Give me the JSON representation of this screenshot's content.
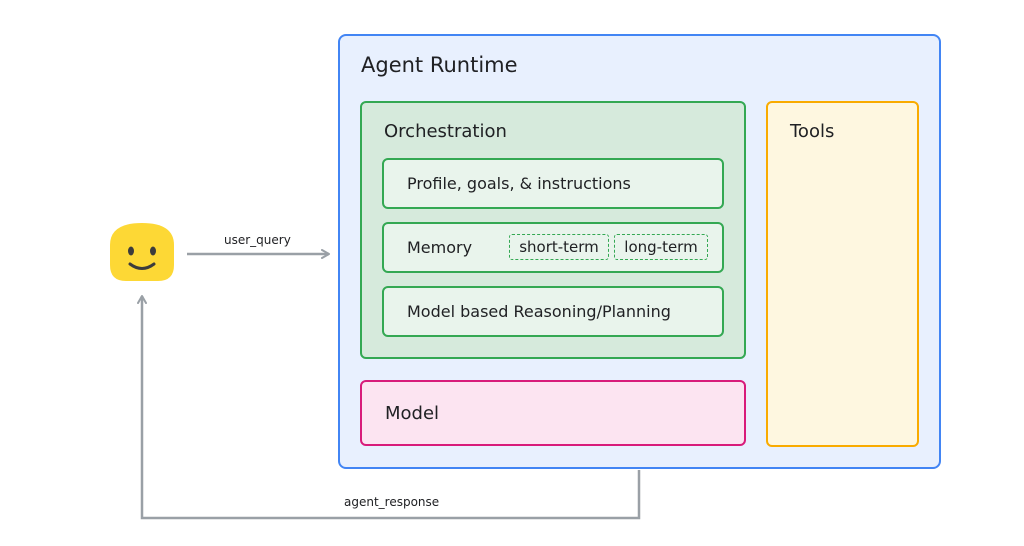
{
  "runtime": {
    "title": "Agent Runtime"
  },
  "orchestration": {
    "title": "Orchestration",
    "profile_label": "Profile, goals, & instructions",
    "memory_label": "Memory",
    "memory_short": "short-term",
    "memory_long": "long-term",
    "reasoning_label": "Model based Reasoning/Planning"
  },
  "model": {
    "label": "Model"
  },
  "tools": {
    "title": "Tools"
  },
  "edges": {
    "user_query": "user_query",
    "agent_response": "agent_response"
  },
  "user": {
    "icon": "smiley-face-icon"
  },
  "colors": {
    "runtime_fill": "#e8f0fe",
    "runtime_border": "#4285f4",
    "orch_fill": "#d6eadc",
    "orch_border": "#34a853",
    "model_fill": "#fce4f1",
    "model_border": "#d81b7a",
    "tools_fill": "#fef7e0",
    "tools_border": "#f9ab00",
    "arrow": "#9aa0a6",
    "smiley": "#fdd835"
  }
}
